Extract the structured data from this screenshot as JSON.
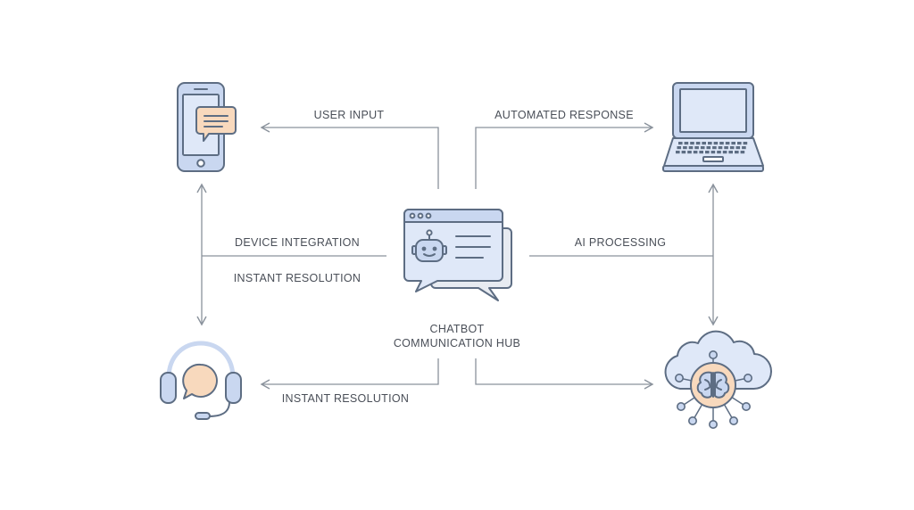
{
  "labels": {
    "user_input": "USER INPUT",
    "automated_response": "AUTOMATED RESPONSE",
    "device_integration": "DEVICE INTEGRATION",
    "instant_resolution_mid": "INSTANT RESOLUTION",
    "ai_processing": "AI PROCESSING",
    "hub_line1": "CHATBOT",
    "hub_line2": "COMMUNICATION HUB",
    "instant_resolution_bottom": "INSTANT RESOLUTION"
  },
  "nodes": [
    {
      "id": "phone",
      "icon": "smartphone-chat-icon"
    },
    {
      "id": "laptop",
      "icon": "laptop-icon"
    },
    {
      "id": "hub",
      "icon": "chatbot-window-icon"
    },
    {
      "id": "headset",
      "icon": "support-headset-icon"
    },
    {
      "id": "cloud-ai",
      "icon": "cloud-brain-network-icon"
    }
  ],
  "colors": {
    "blue_fill": "#c9d7f0",
    "blue_screen": "#dfe8f8",
    "orange_fill": "#f8d9bd",
    "outline": "#5d6d83",
    "arrow": "#8a929c",
    "text": "#4a4f58"
  }
}
